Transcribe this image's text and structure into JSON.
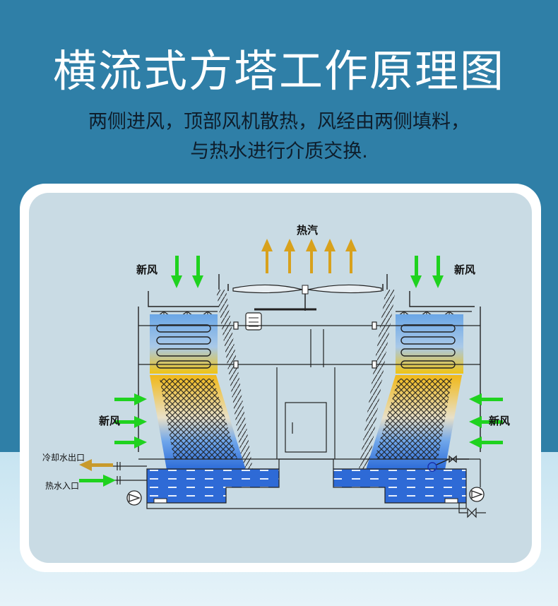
{
  "header": {
    "title": "横流式方塔工作原理图",
    "subtitle_line1": "两侧进风，顶部风机散热，风经由两侧填料，",
    "subtitle_line2": "与热水进行介质交换."
  },
  "diagram": {
    "hot_steam_label": "热汽",
    "fresh_air_top_left": "新风",
    "fresh_air_top_right": "新风",
    "fresh_air_side_left": "新风",
    "fresh_air_side_right": "新风",
    "cooling_water_outlet": "冷却水出口",
    "hot_water_inlet": "热水入口"
  },
  "colors": {
    "header_bg": "#2f7fa7",
    "air_arrow": "#1fd21f",
    "steam_arrow": "#d8a11c",
    "water": "#2e6ad6"
  }
}
